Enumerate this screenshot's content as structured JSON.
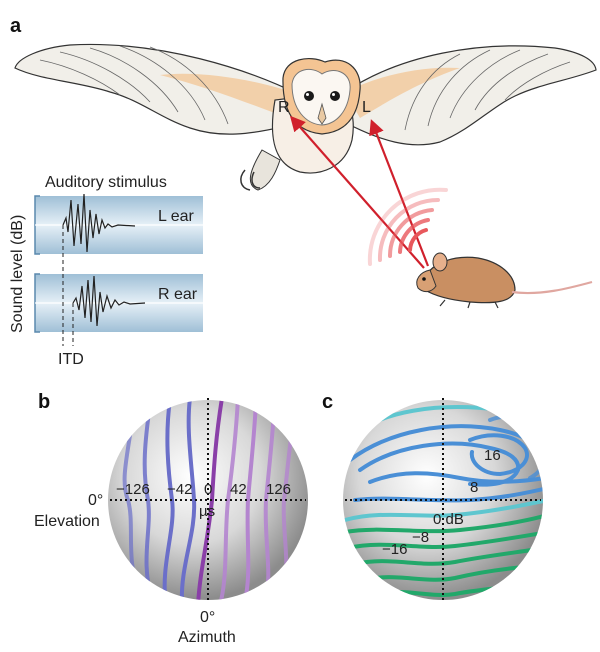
{
  "panel_labels": {
    "a": "a",
    "b": "b",
    "c": "c"
  },
  "panel_a": {
    "owl_ear_right": "R",
    "owl_ear_left": "L",
    "stimulus_title": "Auditory stimulus",
    "y_axis_label": "Sound level (dB)",
    "trace_left": "L ear",
    "trace_right": "R ear",
    "itd_label": "ITD"
  },
  "panel_b": {
    "elevation_zero": "0°",
    "elevation_label": "Elevation",
    "azimuth_zero": "0°",
    "azimuth_label": "Azimuth",
    "contour_labels": [
      "−126",
      "−42",
      "0",
      "42",
      "126"
    ],
    "unit": "µs",
    "colors": {
      "left_side": "#6b6fc9",
      "centre": "#8a3fa8",
      "right_side": "#b485cf"
    }
  },
  "panel_c": {
    "contour_labels": [
      "16",
      "8",
      "0 dB",
      "−8",
      "−16"
    ],
    "colors": {
      "positive": "#4a8fd6",
      "zero": "#5ec6cf",
      "negative": "#22a86a"
    }
  },
  "colors": {
    "arrow": "#d0202c",
    "trace_band": "#c9dcea",
    "sound_waves": "#e8585c"
  }
}
